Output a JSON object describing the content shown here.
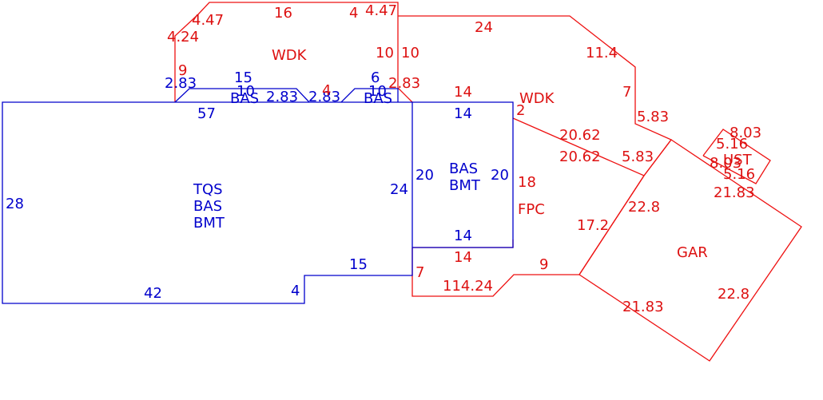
{
  "colors": {
    "living_area": "#0000cc",
    "other_area": "#ee1111",
    "background": "#ffffff"
  },
  "areas": {
    "tqs": [
      "TQS",
      "BAS",
      "BMT"
    ],
    "bas_bmt": [
      "BAS",
      "BMT"
    ],
    "bas_left": "BAS",
    "bas_right": "BAS",
    "wdk_top": "WDK",
    "wdk_right": "WDK",
    "fpc": "FPC",
    "gar": "GAR",
    "ust": "UST"
  },
  "dimensions": {
    "tqs": {
      "top": "57",
      "left": "28",
      "bottom": "42",
      "step": "4",
      "notch": "15",
      "right": "24"
    },
    "bas_bmt": {
      "top": "14",
      "left": "20",
      "right": "20",
      "bottom": "14"
    },
    "bay_left": {
      "top": "15",
      "inner": "10",
      "diag_a": "2.83",
      "diag_b": "2.83"
    },
    "bay_right": {
      "top": "6",
      "inner": "10",
      "diag_a": "2.83",
      "diag_b": "2.83"
    },
    "wdk_top": {
      "top": "16",
      "diag_left_top": "4.47",
      "diag_left": "4.24",
      "left": "9",
      "top_right": "4",
      "diag_right": "4.47",
      "right_a": "10",
      "right_b": "10",
      "inner": "4"
    },
    "wdk_right": {
      "top": "24",
      "diag": "11.4",
      "side": "7",
      "diag2": "5.83",
      "diag3": "5.83",
      "long_a": "20.62",
      "long_b": "20.62",
      "small": "2",
      "top_left": "14"
    },
    "fpc": {
      "right": "18",
      "diag": "17.2",
      "bottom": "9",
      "lower_diag": "114.24",
      "left": "7",
      "top": "14"
    },
    "gar": {
      "top": "22.8",
      "right": "22.8",
      "bottom": "21.83",
      "top_right": "21.83"
    },
    "ust": {
      "top": "8.03",
      "side": "5.16",
      "side2": "5.16",
      "left": "8.03"
    }
  }
}
